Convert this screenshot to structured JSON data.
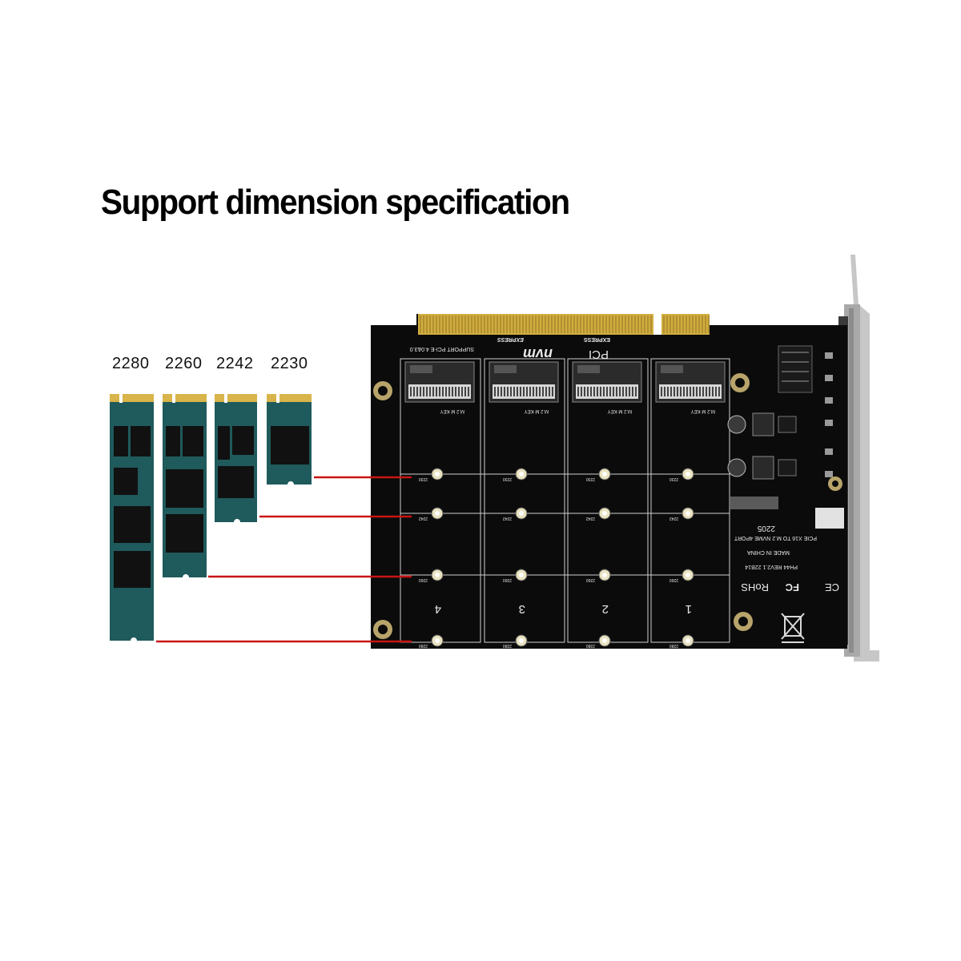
{
  "headline": "Support dimension specification",
  "ssd_sizes": [
    {
      "label": "2280",
      "length_mm": 80
    },
    {
      "label": "2260",
      "length_mm": 60
    },
    {
      "label": "2242",
      "length_mm": 42
    },
    {
      "label": "2230",
      "length_mm": 30
    }
  ],
  "card": {
    "slots": [
      "4",
      "3",
      "2",
      "1"
    ],
    "key_label": "M.2 M KEY",
    "mount_labels": [
      "2230",
      "2242",
      "2260",
      "2280"
    ],
    "silkscreen": {
      "support": "SUPPORT PCI-E 4.0&3.0",
      "nvm": "nvm",
      "nvm_sub": "EXPRESS",
      "pci": "PCI",
      "pci_sub": "EXPRESS",
      "model": "PCIE X16 TO M.2 NVME 4PORT",
      "date": "2205",
      "made": "MADE IN CHINA",
      "rev": "PH44 REV2.1 22B14",
      "rohs": "RoHS",
      "fc": "FC",
      "ce": "CE"
    }
  },
  "colors": {
    "ssd_pcb": "#1f5a5c",
    "ssd_chip": "#111111",
    "gold": "#d8b44a",
    "card_pcb": "#0b0b0b",
    "indicator_line": "#c81414",
    "bracket": "#c7c7c7"
  }
}
